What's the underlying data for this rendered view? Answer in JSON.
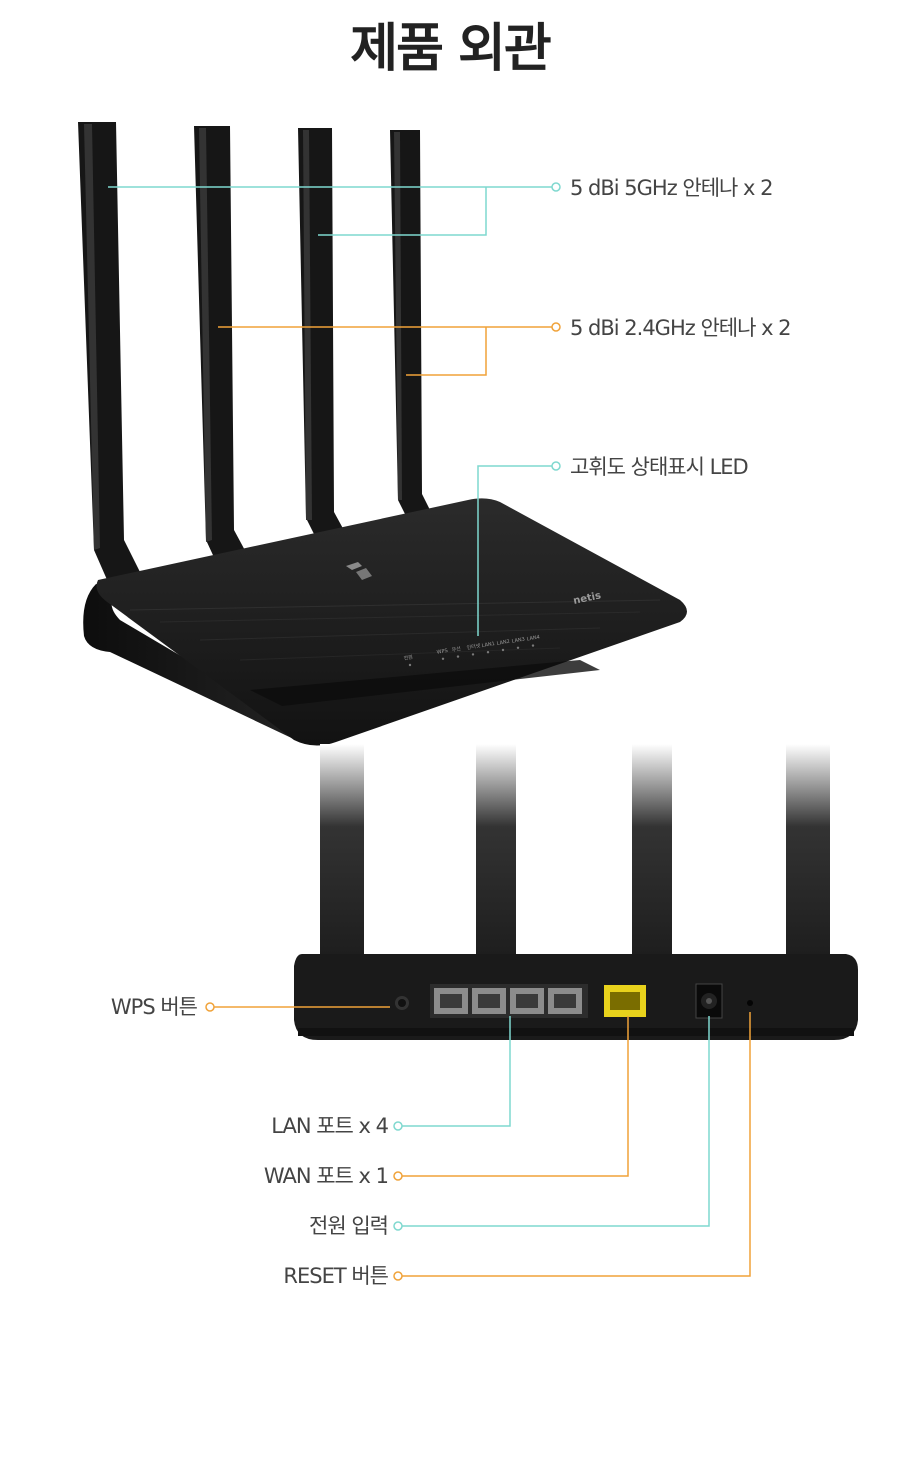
{
  "title": "제품 외관",
  "front": {
    "labels": {
      "antenna_5g": "5 dBi 5GHz 안테나 x 2",
      "antenna_24g": "5 dBi 2.4GHz 안테나 x 2",
      "led": "고휘도 상태표시 LED"
    },
    "panel": {
      "brand": "netis",
      "led_labels": [
        "전원",
        "WPS",
        "무선",
        "인터넷",
        "LAN1",
        "LAN2",
        "LAN3",
        "LAN4"
      ]
    }
  },
  "back": {
    "labels": {
      "wps": "WPS 버튼",
      "lan": "LAN 포트 x 4",
      "wan": "WAN 포트 x 1",
      "power": "전원 입력",
      "reset": "RESET 버튼"
    }
  },
  "colors": {
    "teal": "#7fd8cf",
    "orange": "#f0a239",
    "device": "#1b1b1b",
    "wan_port": "#e8d21c"
  }
}
